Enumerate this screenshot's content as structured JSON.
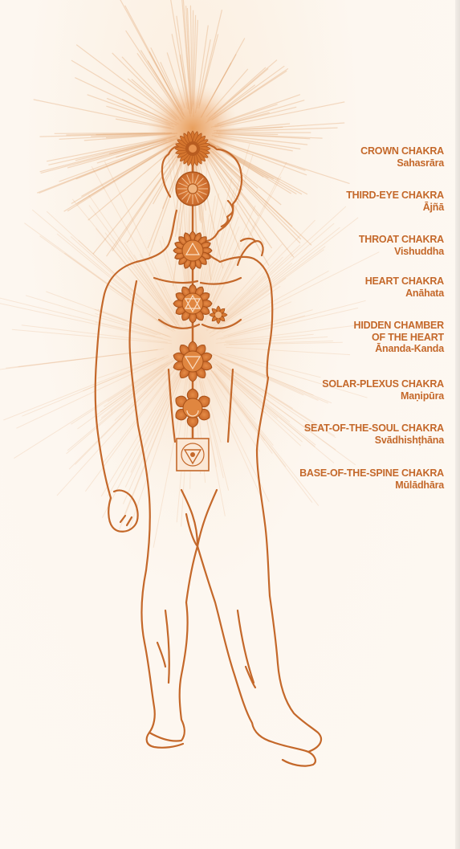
{
  "colors": {
    "ink": "#c4682a",
    "ray": "#d9935c",
    "paper": "#fdf6ee"
  },
  "chakras": [
    {
      "name": "CROWN CHAKRA",
      "sanskrit": "Sahasrāra",
      "icon": "thousand-petal-lotus-icon"
    },
    {
      "name": "THIRD-EYE CHAKRA",
      "sanskrit": "Ājñā",
      "icon": "two-petal-lotus-icon"
    },
    {
      "name": "THROAT CHAKRA",
      "sanskrit": "Vishuddha",
      "icon": "sixteen-petal-lotus-icon"
    },
    {
      "name": "HEART CHAKRA",
      "sanskrit": "Anāhata",
      "icon": "twelve-petal-lotus-icon"
    },
    {
      "name": "HIDDEN CHAMBER\nOF THE HEART",
      "sanskrit": "Ānanda-Kanda",
      "icon": "eight-petal-lotus-icon"
    },
    {
      "name": "SOLAR-PLEXUS CHAKRA",
      "sanskrit": "Maṇipūra",
      "icon": "ten-petal-lotus-icon"
    },
    {
      "name": "SEAT-OF-THE-SOUL CHAKRA",
      "sanskrit": "Svādhishṭhāna",
      "icon": "six-petal-lotus-icon"
    },
    {
      "name": "BASE-OF-THE-SPINE CHAKRA",
      "sanskrit": "Mūlādhāra",
      "icon": "square-yantra-icon"
    }
  ]
}
